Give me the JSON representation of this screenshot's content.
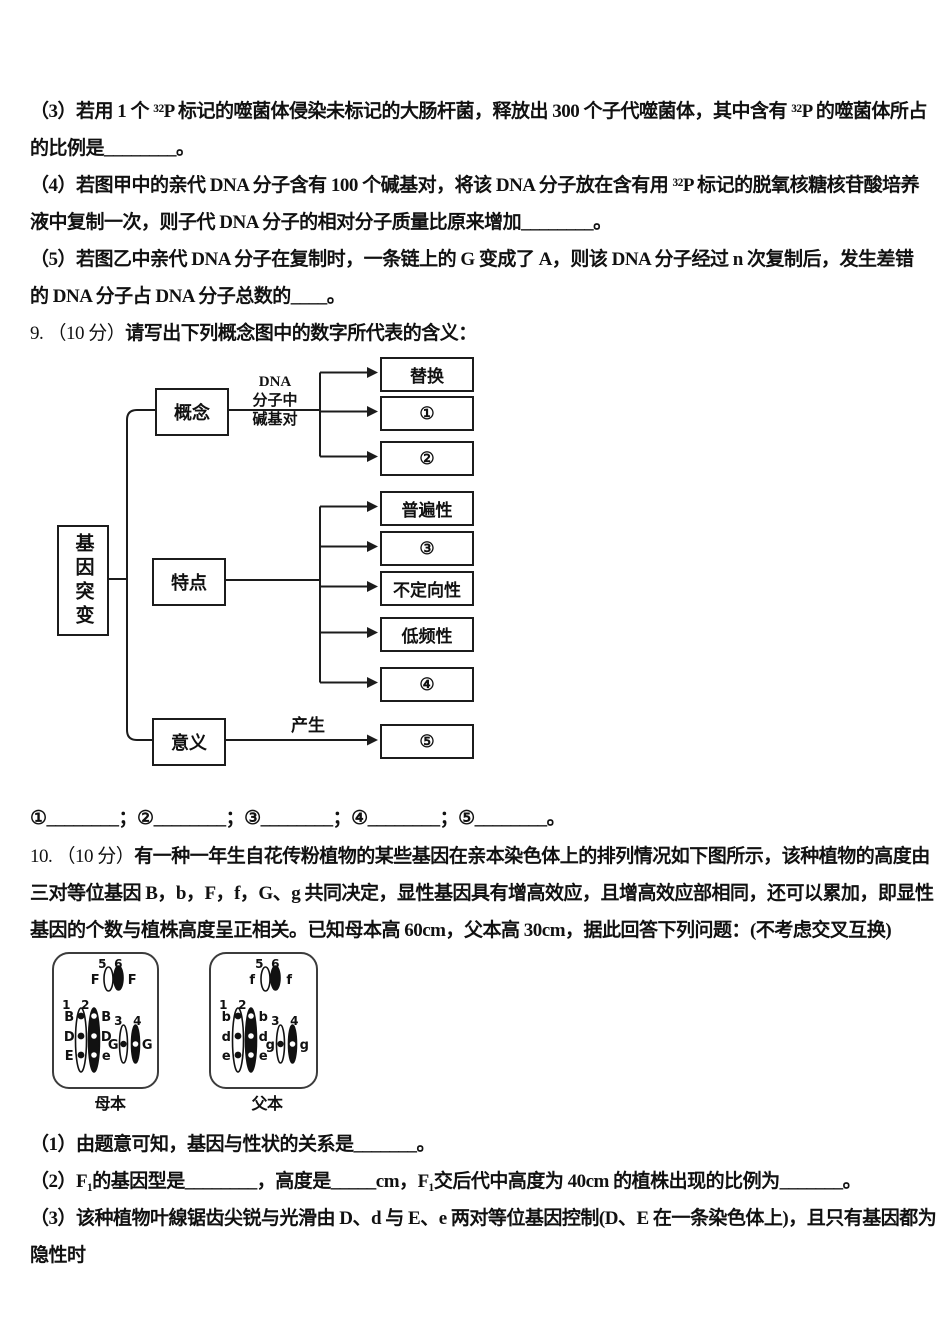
{
  "top": [
    "（3）若用 1 个 ³²P 标记的噬菌体侵染未标记的大肠杆菌，释放出 300 个子代噬菌体，其中含有 ³²P 的噬菌体所占的比例是________。",
    "（4）若图甲中的亲代 DNA 分子含有 100 个碱基对，将该 DNA 分子放在含有用 ³²P 标记的脱氧核糖核苷酸培养液中复制一次，则子代 DNA 分子的相对分子质量比原来增加________。",
    "（5）若图乙中亲代 DNA 分子在复制时，一条链上的 G 变成了 A，则该 DNA 分子经过 n 次复制后，发生差错的 DNA 分子占 DNA 分子总数的____。"
  ],
  "q9": {
    "prefix": "9. （10 分）",
    "title": "请写出下列概念图中的数字所代表的含义：",
    "answer_line": "①________；②________；③________；④________；⑤________。"
  },
  "diagram": {
    "root": "基因突变",
    "branches": [
      {
        "label": "概念",
        "edge_label_lines": [
          "DNA",
          "分子中",
          "碱基对"
        ],
        "children": [
          "替换",
          "①",
          "②"
        ]
      },
      {
        "label": "特点",
        "children": [
          "普遍性",
          "③",
          "不定向性",
          "低频性",
          "④"
        ]
      },
      {
        "label": "意义",
        "edge_label": "产生",
        "children": [
          "⑤"
        ]
      }
    ]
  },
  "q10": {
    "prefix": "10. （10 分）",
    "text": "有一种一年生自花传粉植物的某些基因在亲本染色体上的排列情况如下图所示，该种植物的高度由三对等位基因 B，b，F，f，G、g 共同决定，显性基因具有增高效应，且增高效应部相同，还可以累加，即显性基因的个数与植株高度呈正相关。已知母本高 60cm，父本高 30cm，据此回答下列问题：(不考虑交叉互换)"
  },
  "figure": {
    "mother": {
      "label": "母本",
      "chr56": {
        "nums": [
          "5",
          "6"
        ],
        "left_gene": "F",
        "right_gene": "F"
      },
      "chr12": {
        "nums": [
          "1",
          "2"
        ],
        "left_genes": [
          "B",
          "D",
          "E"
        ],
        "right_genes": [
          "B",
          "D",
          "e"
        ]
      },
      "chr34": {
        "nums": [
          "3",
          "4"
        ],
        "left_gene": "G",
        "right_gene": "G"
      }
    },
    "father": {
      "label": "父本",
      "chr56": {
        "nums": [
          "5",
          "6"
        ],
        "left_gene": "f",
        "right_gene": "f"
      },
      "chr12": {
        "nums": [
          "1",
          "2"
        ],
        "left_genes": [
          "b",
          "d",
          "e"
        ],
        "right_genes": [
          "b",
          "d",
          "e"
        ]
      },
      "chr34": {
        "nums": [
          "3",
          "4"
        ],
        "left_gene": "g",
        "right_gene": "g"
      }
    }
  },
  "subs": [
    "（1）由题意可知，基因与性状的关系是_______。",
    "（2）F₁的基因型是________，高度是_____cm，F₁交后代中高度为 40cm 的植株出现的比例为_______。",
    "（3）该种植物叶線锯齿尖锐与光滑由 D、d 与 E、e 两对等位基因控制(D、E 在一条染色体上)，且只有基因都为隐性时"
  ]
}
